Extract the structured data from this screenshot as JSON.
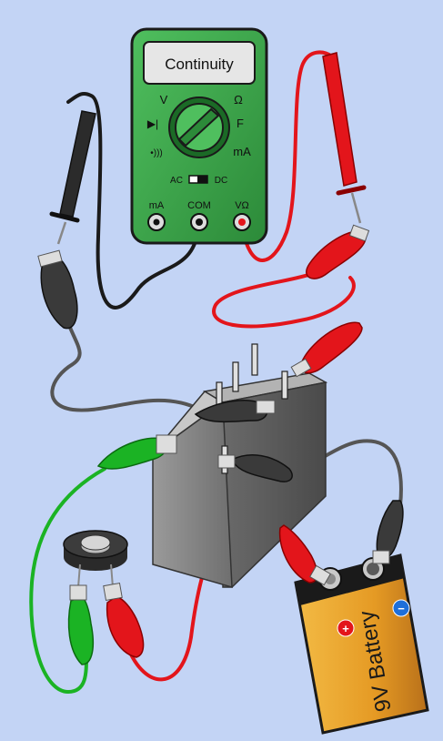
{
  "colors": {
    "background": "#c3d4f5",
    "meter_body": "#3aa24a",
    "wire_red": "#e3151b",
    "wire_black": "#1a1a1a",
    "wire_gray": "#555555",
    "wire_green": "#1bb324",
    "relay_body": "#8e8e8e",
    "battery_body": "#e8a32b"
  },
  "multimeter": {
    "display_text": "Continuity",
    "dial_labels": {
      "volts": "V",
      "ohms": "Ω",
      "diode_symbol": "▶|",
      "farads": "F",
      "sound_symbol": "•)))",
      "milliamps": "mA"
    },
    "switch_ac": "AC",
    "switch_dc": "DC",
    "jacks": {
      "ma": "mA",
      "com": "COM",
      "vohm": "VΩ"
    }
  },
  "battery": {
    "label": "9V Battery",
    "plus_symbol": "+",
    "minus_symbol": "−"
  },
  "icons": [
    "multimeter-icon",
    "probe-icon",
    "alligator-clip-icon",
    "relay-icon",
    "buzzer-icon",
    "battery-icon"
  ]
}
